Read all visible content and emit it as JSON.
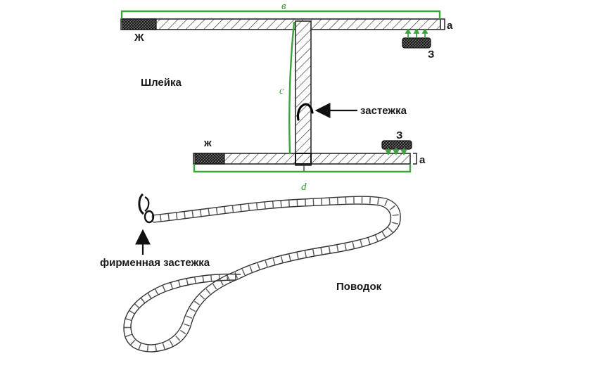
{
  "harness": {
    "title": "Шлейка",
    "clasp_label": "застежка",
    "dim_b": "в",
    "dim_c": "с",
    "dim_d": "d",
    "dim_a_top": "а",
    "dim_a_bottom": "а",
    "zh_top": "Ж",
    "zh_bottom": "ж",
    "z_top": "З",
    "z_bottom": "З"
  },
  "leash": {
    "title": "Поводок",
    "clasp_label": "фирменная застежка"
  },
  "colors": {
    "ink": "#1a1a1a",
    "dimension_green": "#3aa53a"
  }
}
